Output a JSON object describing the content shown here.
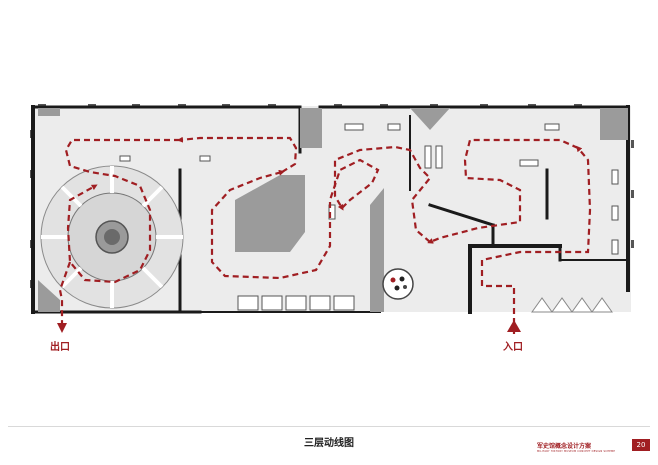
{
  "title": "三层动线图",
  "labels": {
    "entry": "入口",
    "exit": "出口"
  },
  "footer": {
    "project_title": "军史馆概念设计方案",
    "project_subtitle": "MILITARY HISTORY MUSEUM CONCEPT DESIGN SCHEME",
    "page_number": "20"
  },
  "colors": {
    "route": "#a01e22",
    "wall": "#1a1a1a",
    "floor": "#ececec",
    "block": "#9b9b9b",
    "accent": "#a01e22"
  },
  "icons": {
    "route_arrow": "dashed-arrow",
    "central_display": "circular-rotunda",
    "round_display": "round-table-with-dots"
  }
}
